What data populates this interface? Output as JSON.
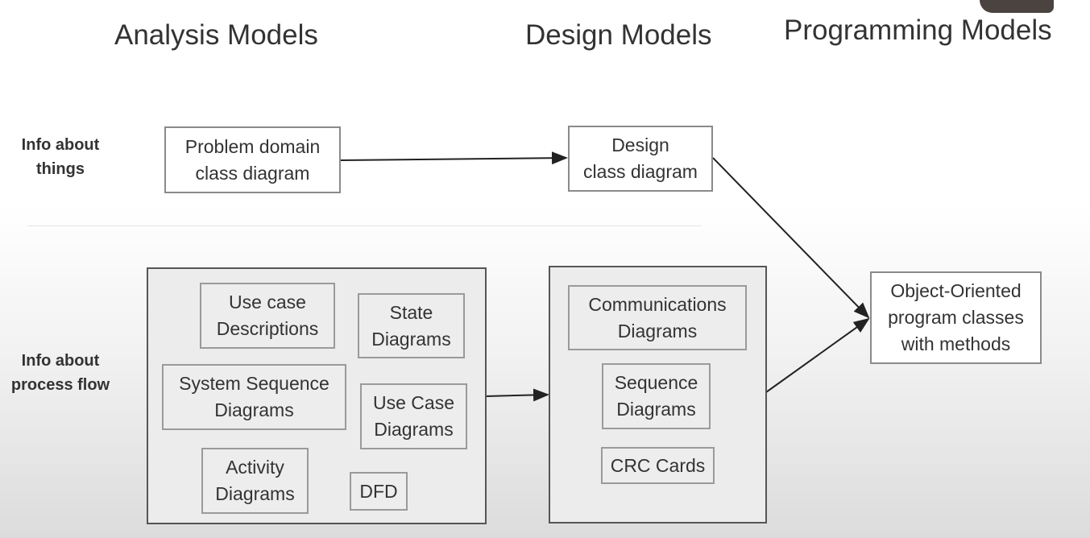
{
  "columns": {
    "analysis": "Analysis Models",
    "design": "Design Models",
    "programming": "Programming Models"
  },
  "rows": {
    "things": "Info about\nthings",
    "process": "Info about\nprocess flow"
  },
  "boxes": {
    "problem_domain": "Problem domain\nclass diagram",
    "design_class": "Design\nclass diagram",
    "object_oriented": "Object-Oriented\nprogram classes\nwith methods"
  },
  "analysis_process_group": {
    "use_case_descriptions": "Use case\nDescriptions",
    "state_diagrams": "State\nDiagrams",
    "system_sequence": "System Sequence\nDiagrams",
    "use_case_diagrams": "Use Case\nDiagrams",
    "activity_diagrams": "Activity\nDiagrams",
    "dfd": "DFD"
  },
  "design_process_group": {
    "communications": "Communications\nDiagrams",
    "sequence": "Sequence\nDiagrams",
    "crc_cards": "CRC Cards"
  },
  "colors": {
    "box_border": "#8a8a8a",
    "group_border": "#555555",
    "arrow": "#222222"
  }
}
